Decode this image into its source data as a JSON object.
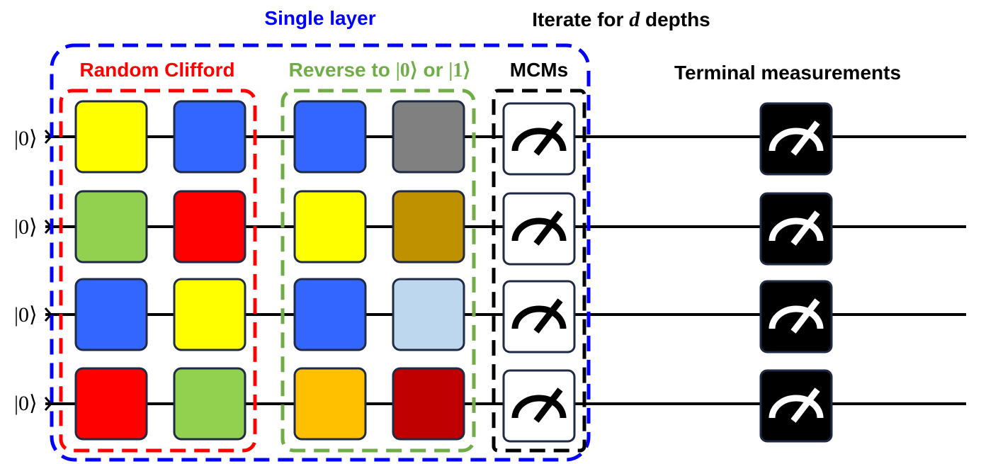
{
  "titles": {
    "single_layer": "Single layer",
    "iterate_prefix": "Iterate for ",
    "iterate_var": "d",
    "iterate_suffix": " depths",
    "random_clifford": "Random Clifford",
    "reverse_prefix": "Reverse to ",
    "reverse_ket0": "|0⟩",
    "reverse_or": " or ",
    "reverse_ket1": "|1⟩",
    "mcms": "MCMs",
    "terminal": "Terminal measurements"
  },
  "qubits": [
    {
      "label": "|0⟩"
    },
    {
      "label": "|0⟩"
    },
    {
      "label": "|0⟩"
    },
    {
      "label": "|0⟩"
    }
  ],
  "gates": [
    [
      "#ffff00",
      "#3366ff",
      "#3366ff",
      "#808080"
    ],
    [
      "#92d050",
      "#ff0000",
      "#ffff00",
      "#bf9000"
    ],
    [
      "#3366ff",
      "#ffff00",
      "#3366ff",
      "#bdd7ee"
    ],
    [
      "#ff0000",
      "#92d050",
      "#ffc000",
      "#c00000"
    ]
  ],
  "colors": {
    "single_layer": "#0000ff",
    "random_clifford": "#ff0000",
    "reverse": "#70ad47",
    "mcm": "#000000",
    "wire": "#000000",
    "gate_border": "#1f2a44"
  }
}
